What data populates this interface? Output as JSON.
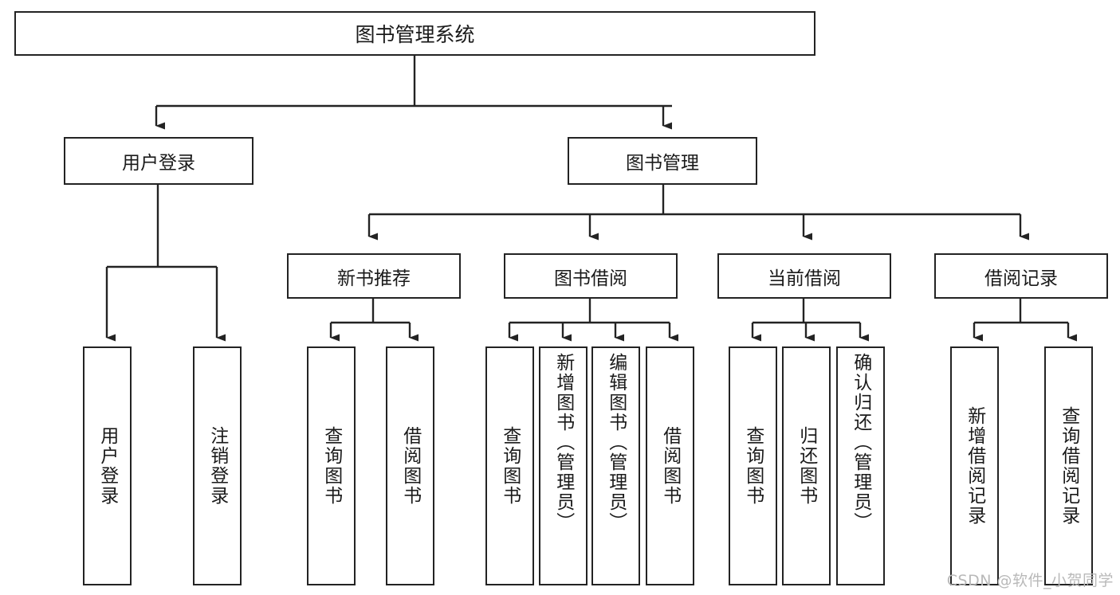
{
  "diagram": {
    "title": "图书管理系统",
    "root": {
      "label": "图书管理系统"
    },
    "level2": [
      {
        "label": "用户登录"
      },
      {
        "label": "图书管理"
      }
    ],
    "level3": [
      {
        "label": "新书推荐"
      },
      {
        "label": "图书借阅"
      },
      {
        "label": "当前借阅"
      },
      {
        "label": "借阅记录"
      }
    ],
    "leaves": {
      "user_login": [
        {
          "label": "用户登录"
        },
        {
          "label": "注销登录"
        }
      ],
      "new_book_recommend": [
        {
          "label": "查询图书"
        },
        {
          "label": "借阅图书"
        }
      ],
      "book_borrow": [
        {
          "label": "查询图书"
        },
        {
          "label": "新增图书（管理员）"
        },
        {
          "label": "编辑图书（管理员）"
        },
        {
          "label": "借阅图书"
        }
      ],
      "current_borrow": [
        {
          "label": "查询图书"
        },
        {
          "label": "归还图书"
        },
        {
          "label": "确认归还（管理员）"
        }
      ],
      "borrow_record": [
        {
          "label": "新增借阅记录"
        },
        {
          "label": "查询借阅记录"
        }
      ]
    },
    "watermark": "CSDN @软件_小贺同学",
    "colors": {
      "stroke": "#232323",
      "fill": "#ffffff",
      "text": "#1a1a1a",
      "watermark": "#b9b9b9"
    }
  }
}
